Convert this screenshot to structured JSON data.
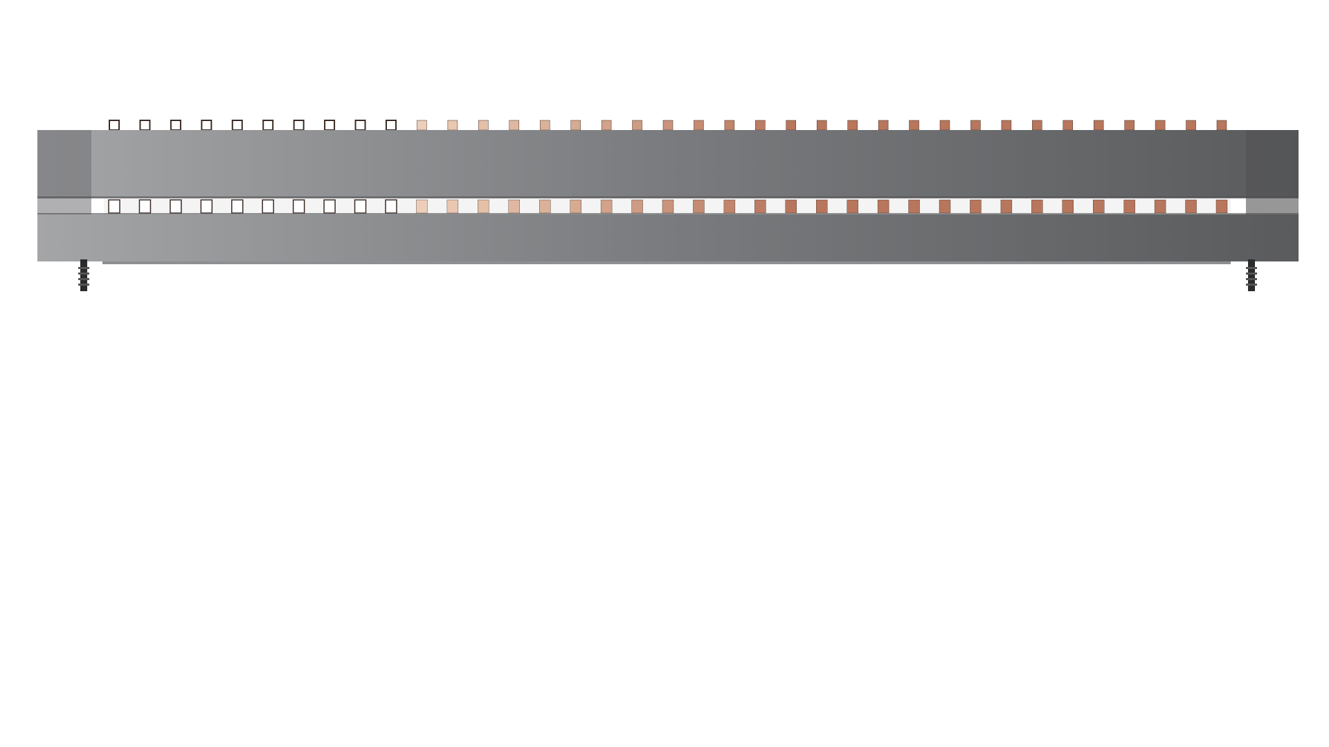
{
  "colors": {
    "background": "#ffffff",
    "housing_light": "#a4a5a7",
    "housing_mid": "#7a7b7e",
    "housing_dark": "#5a5b5d",
    "end_cap": "#6f7072",
    "end_cap_right": "#515254",
    "seam": "#4c4d4f",
    "slot_background": "#f4f4f4",
    "contact_copper": "#b8765c",
    "contact_light": "#f6ddc8",
    "contact_dark_edge": "#3a2a24",
    "screw": "#2b2b2b"
  },
  "icons": {
    "housing": "connector-housing",
    "contacts": "contact-pins",
    "mount": "screw-post"
  },
  "contacts": {
    "count": 37
  }
}
